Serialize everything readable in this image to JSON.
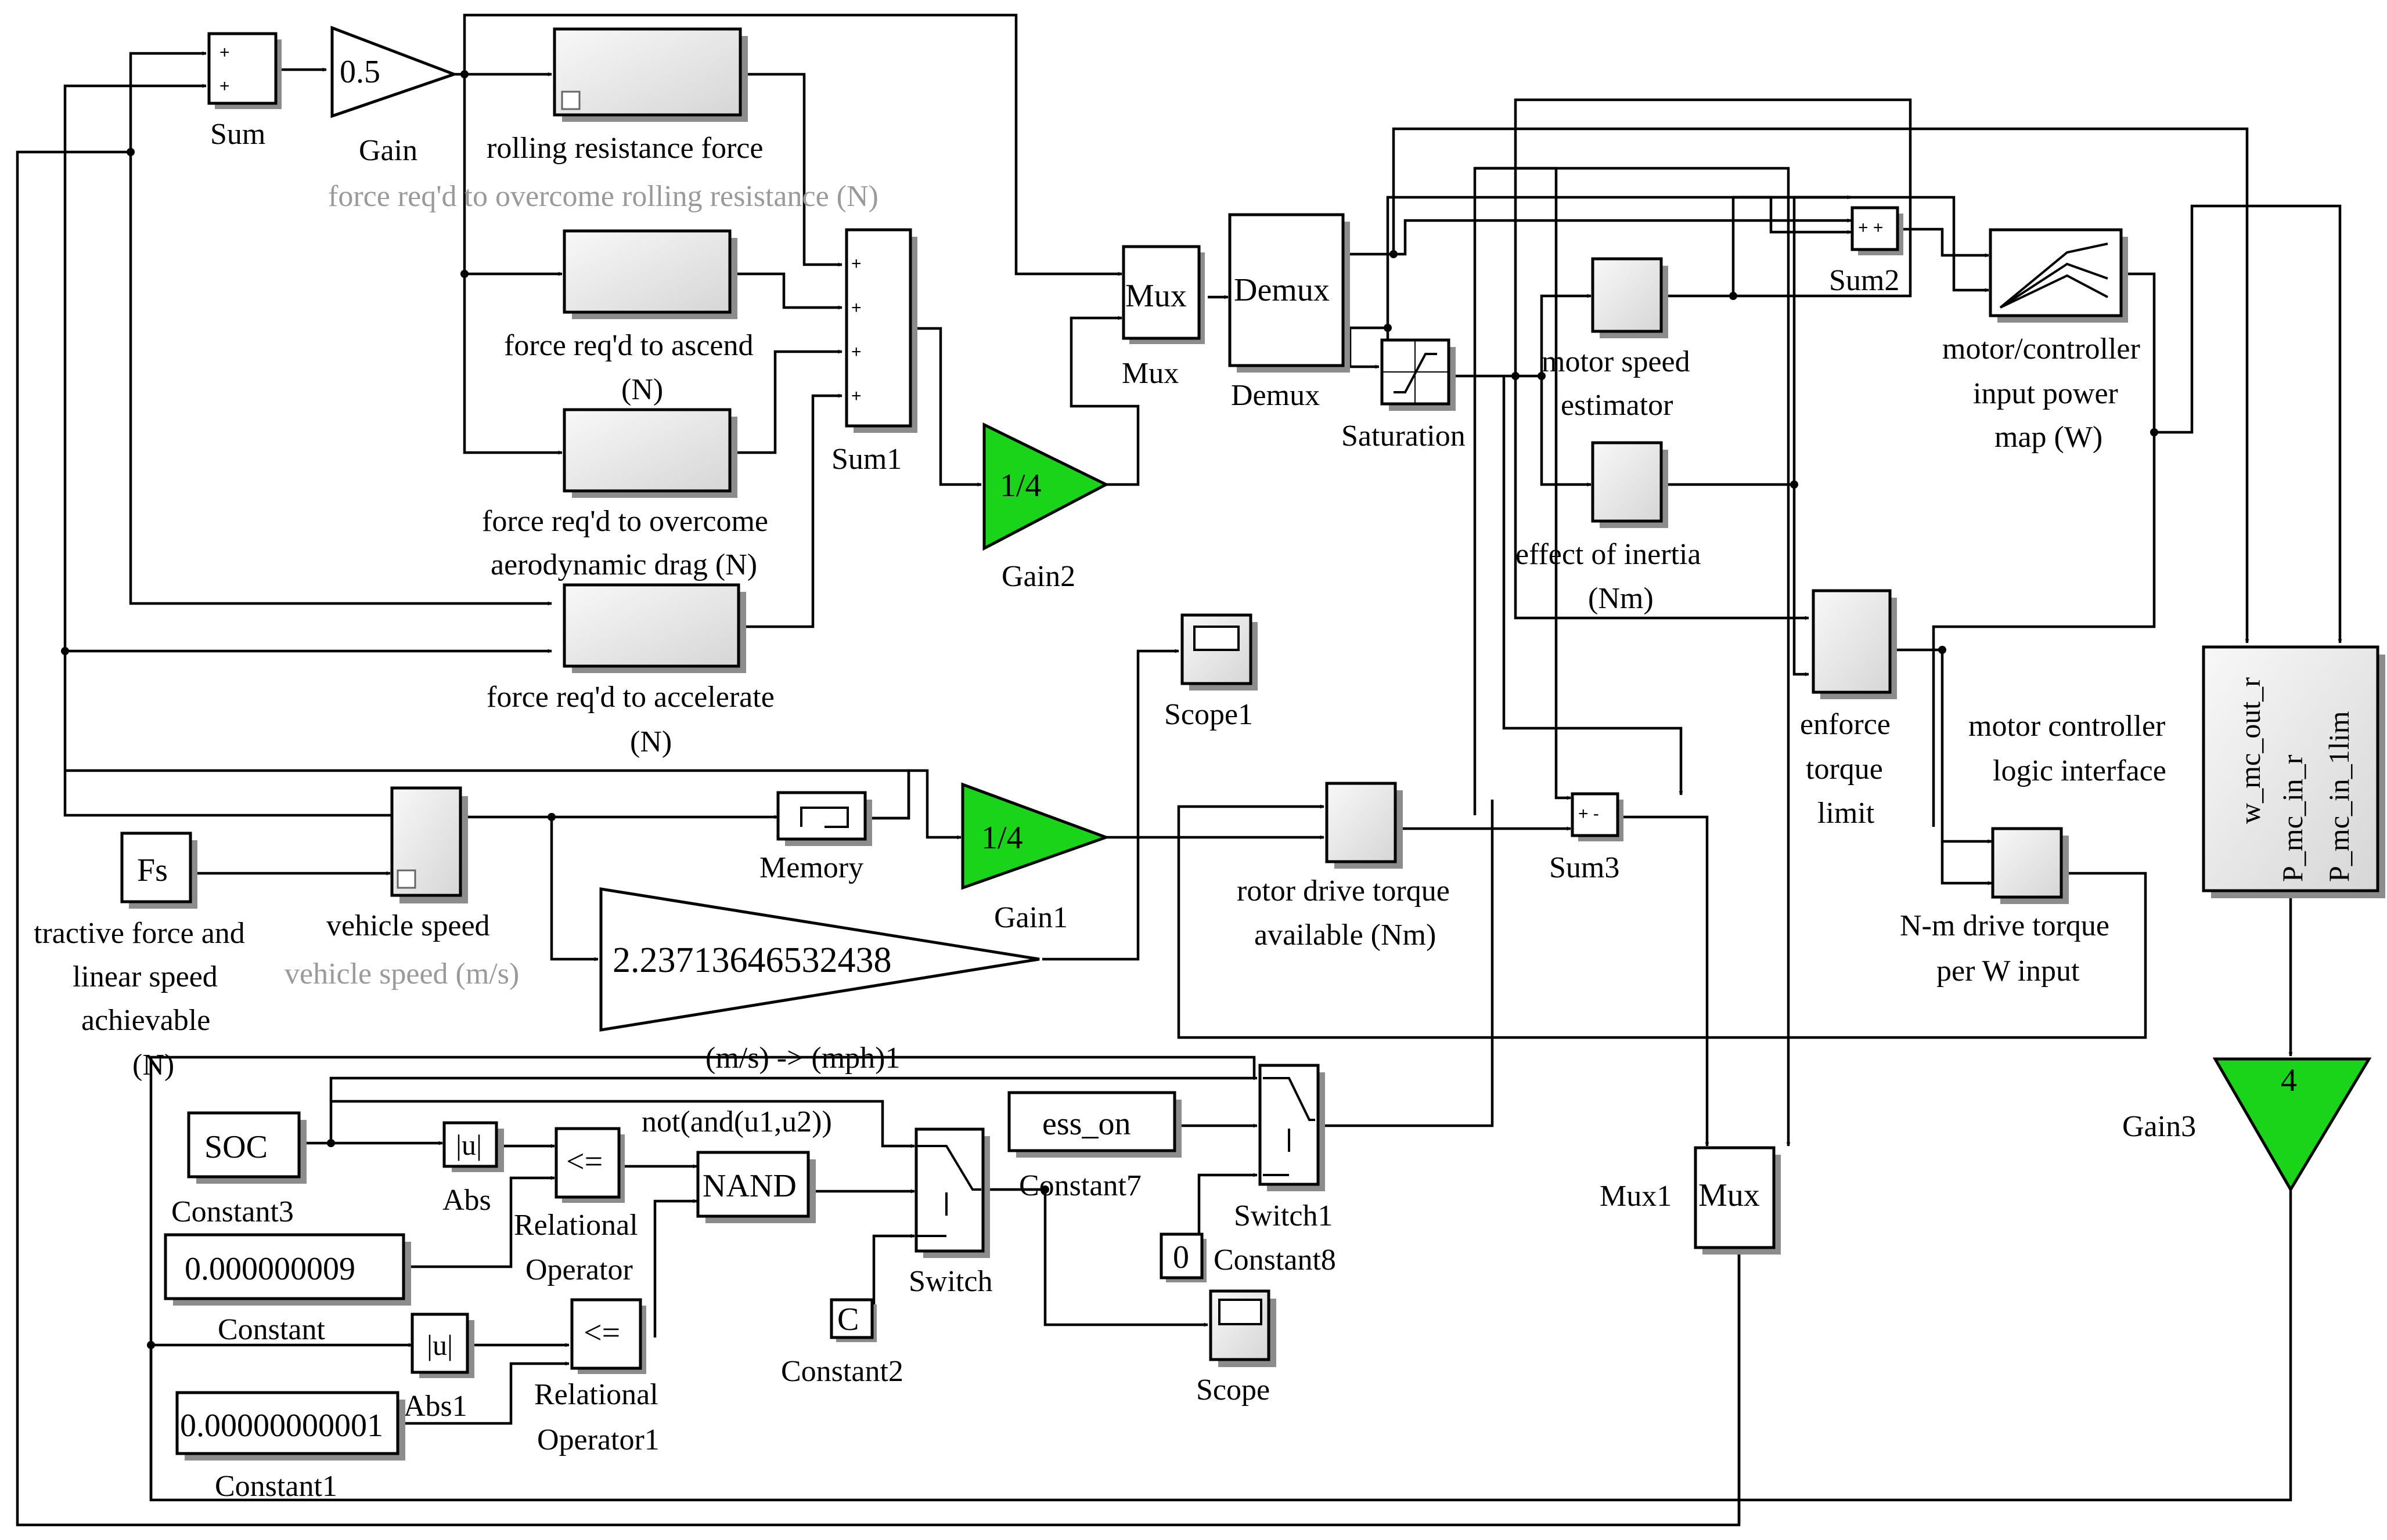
{
  "blocks": {
    "sum": {
      "label": "Sum",
      "signs": [
        "+",
        "+"
      ]
    },
    "gain": {
      "label": "Gain",
      "value": "0.5"
    },
    "rolling": {
      "label": "rolling resistance force",
      "annotation": "force req'd to overcome rolling resistance (N)"
    },
    "ascend": {
      "label_lines": [
        "force req'd to ascend",
        "(N)"
      ]
    },
    "aero": {
      "label_lines": [
        "force req'd to overcome",
        "aerodynamic drag (N)"
      ]
    },
    "accel": {
      "label_lines": [
        "force req'd to accelerate",
        "(N)"
      ]
    },
    "sum1": {
      "label": "Sum1",
      "signs": [
        "+",
        "+",
        "+",
        "+"
      ]
    },
    "gain2": {
      "label": "Gain2",
      "value": "1/4"
    },
    "mux": {
      "label": "Mux",
      "text": "Mux"
    },
    "demux": {
      "label": "Demux",
      "text": "Demux"
    },
    "saturation": {
      "label": "Saturation"
    },
    "motor_speed": {
      "label_lines": [
        "motor speed",
        "estimator"
      ]
    },
    "inertia": {
      "label_lines": [
        "effect of inertia",
        "(Nm)"
      ]
    },
    "sum2": {
      "label": "Sum2",
      "signs": "+ +"
    },
    "map": {
      "label_lines": [
        "motor/controller",
        "input power",
        "map (W)"
      ]
    },
    "torque_limit": {
      "label_lines": [
        "enforce",
        "torque",
        "limit"
      ]
    },
    "mc_logic": {
      "label_lines": [
        "motor controller",
        "logic interface"
      ],
      "ports": [
        "w_mc_out_r",
        "P_mc_in_r",
        "P_mc_in_1lim"
      ]
    },
    "scope1": {
      "label": "Scope1"
    },
    "fs": {
      "text": "Fs",
      "label_lines": [
        "tractive force and",
        "linear speed",
        "achievable",
        "(N)"
      ]
    },
    "vehicle_speed": {
      "label": "vehicle speed",
      "annotation": "vehicle speed (m/s)"
    },
    "memory": {
      "label": "Memory"
    },
    "gain1": {
      "label": "Gain1",
      "value": "1/4"
    },
    "rotor": {
      "label_lines": [
        "rotor drive torque",
        "available (Nm)"
      ]
    },
    "sum3": {
      "label": "Sum3",
      "signs": "+ -"
    },
    "nm_drive": {
      "label_lines": [
        "N-m drive torque",
        "per W input"
      ]
    },
    "convert": {
      "value": "2.23713646532438",
      "label": "(m/s) -> (mph)1"
    },
    "gain3": {
      "label": "Gain3",
      "value": "4"
    },
    "mux1": {
      "label": "Mux1",
      "text": "Mux"
    },
    "constant3": {
      "value": "SOC",
      "label": "Constant3"
    },
    "abs": {
      "value": "|u|",
      "label": "Abs"
    },
    "relop": {
      "value": "<=",
      "label_lines": [
        "Relational",
        "Operator"
      ]
    },
    "nand": {
      "value": "NAND",
      "annotation": "not(and(u1,u2))"
    },
    "constant": {
      "value": "0.000000009",
      "label": "Constant"
    },
    "abs1": {
      "value": "|u|",
      "label": "Abs1"
    },
    "relop1": {
      "value": "<=",
      "label_lines": [
        "Relational",
        "Operator1"
      ]
    },
    "constant1": {
      "value": "0.00000000001",
      "label": "Constant1"
    },
    "switch": {
      "label": "Switch"
    },
    "constant2": {
      "value": "C",
      "label": "Constant2"
    },
    "constant7": {
      "value": "ess_on",
      "label": "Constant7"
    },
    "switch1": {
      "label": "Switch1"
    },
    "constant8": {
      "value": "0",
      "label": "Constant8"
    },
    "scope": {
      "label": "Scope"
    }
  },
  "colors": {
    "gain_fill": "#19d419",
    "block_fill": "#e6e6e6",
    "annotation_text": "#9a9a9a",
    "wire": "#000000"
  }
}
